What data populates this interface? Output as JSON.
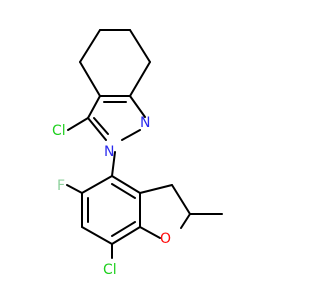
{
  "colors": {
    "bond": "#000000",
    "chlorine": "#1fd01f",
    "nitrogen": "#2a2aee",
    "fluorine": "#8fd19e",
    "oxygen": "#ff0d0d"
  },
  "atoms": {
    "cl_top": "Cl",
    "n_top": "N",
    "n_mid": "N",
    "f": "F",
    "o": "O",
    "cl_bottom": "Cl"
  }
}
